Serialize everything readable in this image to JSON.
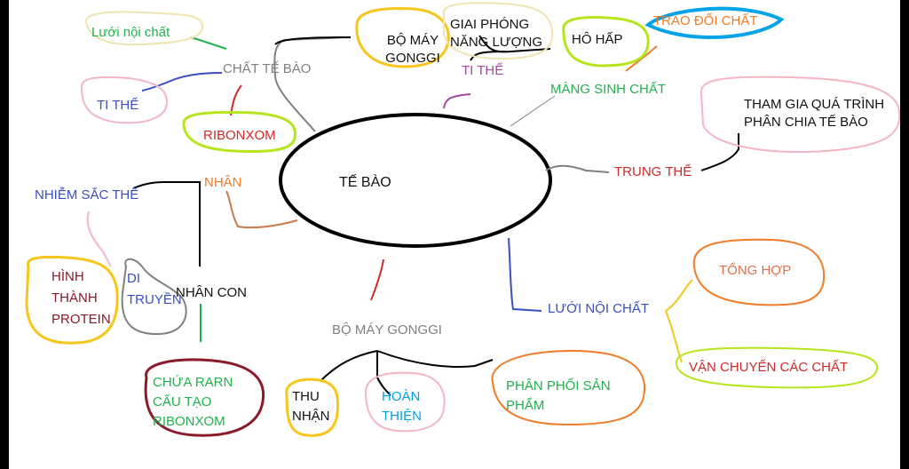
{
  "center": {
    "label": "TẾ BÀO"
  },
  "nodes": {
    "chat_te_bao": "CHẤT TẾ BÀO",
    "luoi_noi_chat_small": "Lưới nội chất",
    "ti_the_left": "TI THỂ",
    "ribonxom": "RIBONXOM",
    "bo_may_gonggi_top": "BỘ MÁY GONGGI",
    "giai_phong_nang_luong": "GIAI PHÓNG NĂNG LƯỢNG",
    "ti_the_top": "TI THỂ",
    "ho_hap": "HÔ HẤP",
    "trao_doi_chat": "TRAO ĐỔI CHẤT",
    "mang_sinh_chat": "MÀNG SINH CHẤT",
    "tham_gia": "THAM GIA QUÁ TRÌNH PHÂN CHIA TẾ BÀO",
    "trung_the": "TRUNG THỂ",
    "nhan": "NHÂN",
    "nhiem_sac_the": "NHIỄM SẮC THỂ",
    "hinh_thanh_protein": "HÌNH THÀNH PROTEIN",
    "di_truyen": "DI TRUYỀN",
    "nhan_con": "NHÂN CON",
    "chua_rarn": "CHỨA RARN CẤU TẠO RIBONXOM",
    "bo_may_gonggi_bottom": "BỘ MÁY GONGGI",
    "thu_nhan": "THU NHẬN",
    "hoan_thien": "HOÀN THIỆN",
    "phan_phoi": "PHÂN PHỐI SẢN PHẨM",
    "luoi_noi_chat": "LƯỚI NỘI CHẤT",
    "tong_hop": "TỔNG HỢP",
    "van_chuyen": "VẬN CHUYỂN CÁC CHẤT"
  }
}
